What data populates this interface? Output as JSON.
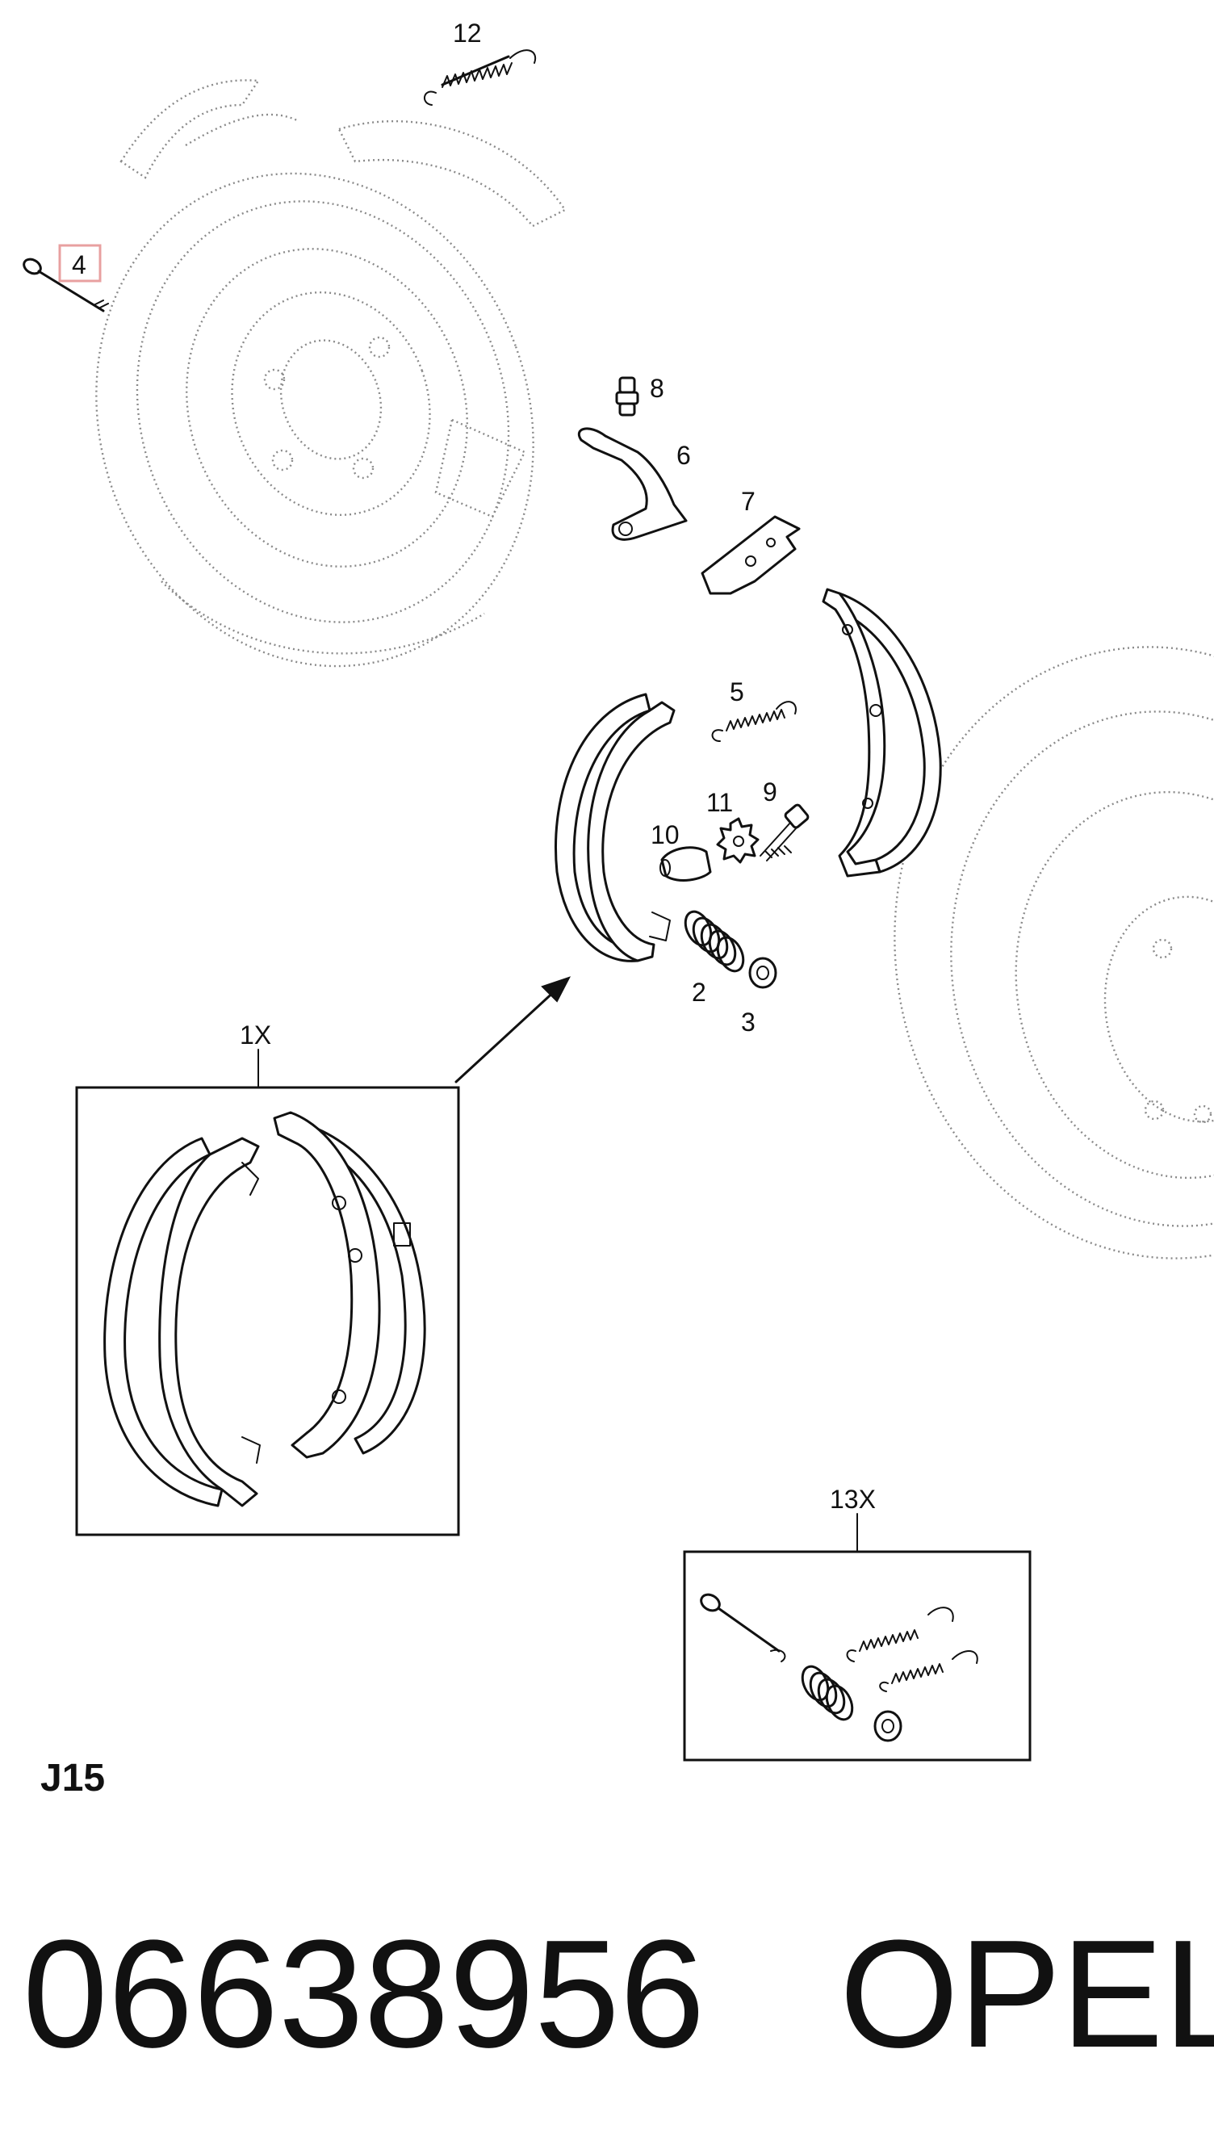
{
  "diagram": {
    "callouts": {
      "p12": "12",
      "p4": "4",
      "p8": "8",
      "p6": "6",
      "p7": "7",
      "p5": "5",
      "p11": "11",
      "p9": "9",
      "p10": "10",
      "p2": "2",
      "p3": "3",
      "p1x": "1X",
      "p13x": "13X"
    },
    "highlight_color": "#e8a0a0",
    "section_code": "J15"
  },
  "footer": {
    "part_number": "06638956",
    "brand": "OPEL"
  }
}
